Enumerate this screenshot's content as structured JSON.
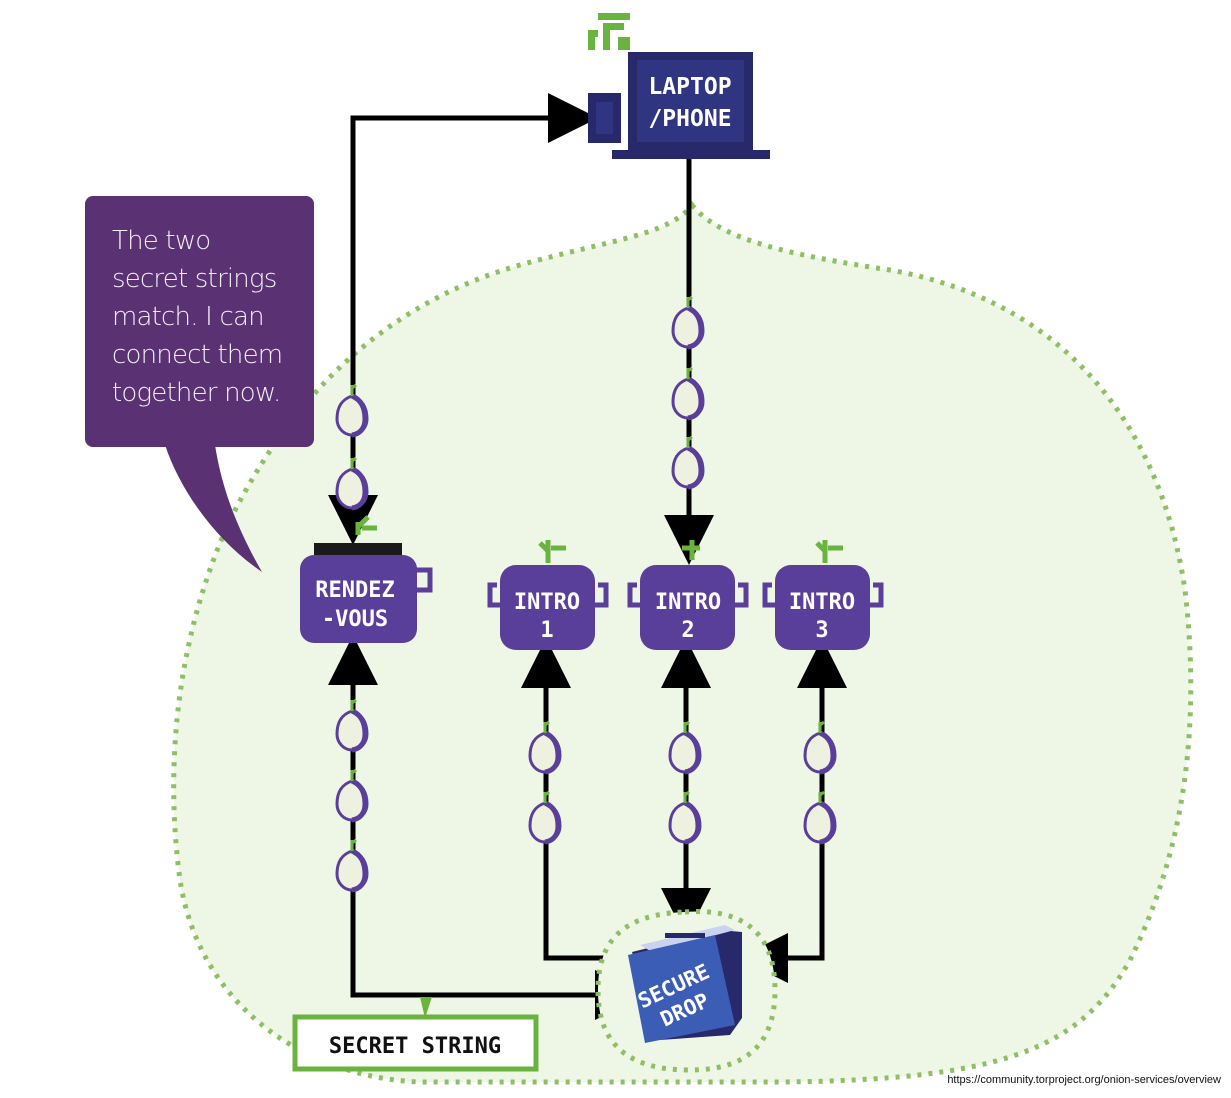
{
  "speech_bubble": {
    "text": "The two\nsecret strings\nmatch. I can\nconnect them\ntogether now."
  },
  "nodes": {
    "laptop_line1": "LAPTOP",
    "laptop_line2": "/PHONE",
    "rendezvous_line1": "RENDEZ",
    "rendezvous_line2": "-VOUS",
    "intro1_line1": "INTRO",
    "intro1_line2": "1",
    "intro2_line1": "INTRO",
    "intro2_line2": "2",
    "intro3_line1": "INTRO",
    "intro3_line2": "3",
    "securedrop_line1": "SECURE",
    "securedrop_line2": "DROP"
  },
  "secret_string_label": "SECRET STRING",
  "source_url": "https://community.torproject.org/onion-services/overview",
  "colors": {
    "purple": "#5a3f9a",
    "bubble_purple": "#5a3273",
    "green": "#6ab33e",
    "cloud_fill": "#eef6e6",
    "cloud_dots": "#8fbf65",
    "navy": "#27296b",
    "securedrop_blue": "#3b5db5",
    "onion_fill": "#eef0e0"
  }
}
